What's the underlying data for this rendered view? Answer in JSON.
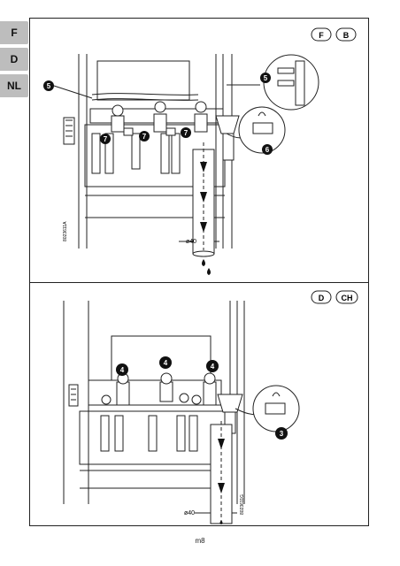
{
  "language_tabs": [
    "F",
    "D",
    "NL"
  ],
  "panel_top": {
    "country_codes": [
      "F",
      "B"
    ],
    "callouts": [
      "5",
      "5",
      "6",
      "7",
      "7",
      "7"
    ],
    "dimension_label": "ø40",
    "ref_code": "8023611A"
  },
  "panel_bottom": {
    "country_codes": [
      "D",
      "CH"
    ],
    "callouts": [
      "4",
      "4",
      "4",
      "3"
    ],
    "dimension_label": "ø40",
    "ref_code": "8023611G"
  },
  "page_number": "m8"
}
